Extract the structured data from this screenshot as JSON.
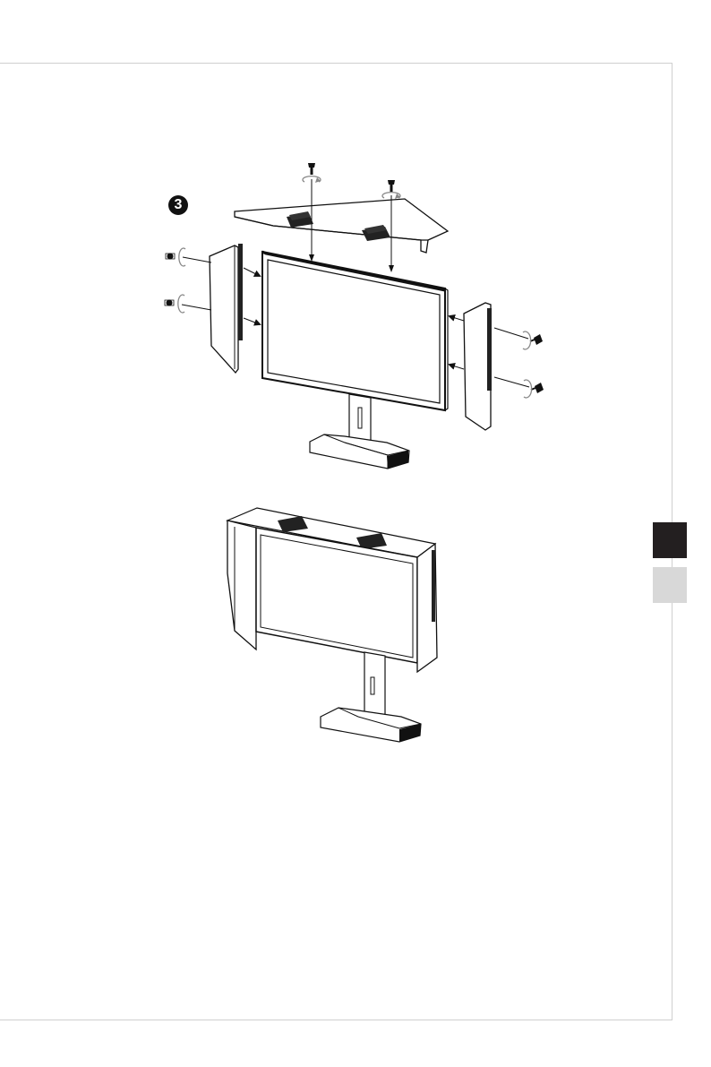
{
  "step": {
    "number": "3"
  },
  "illustrations": {
    "exploded_view": "hood-assembly-exploded",
    "assembled_view": "hood-assembly-installed"
  },
  "side_tabs": {
    "active_color": "#231f20",
    "inactive_color": "#d8d8d8"
  }
}
